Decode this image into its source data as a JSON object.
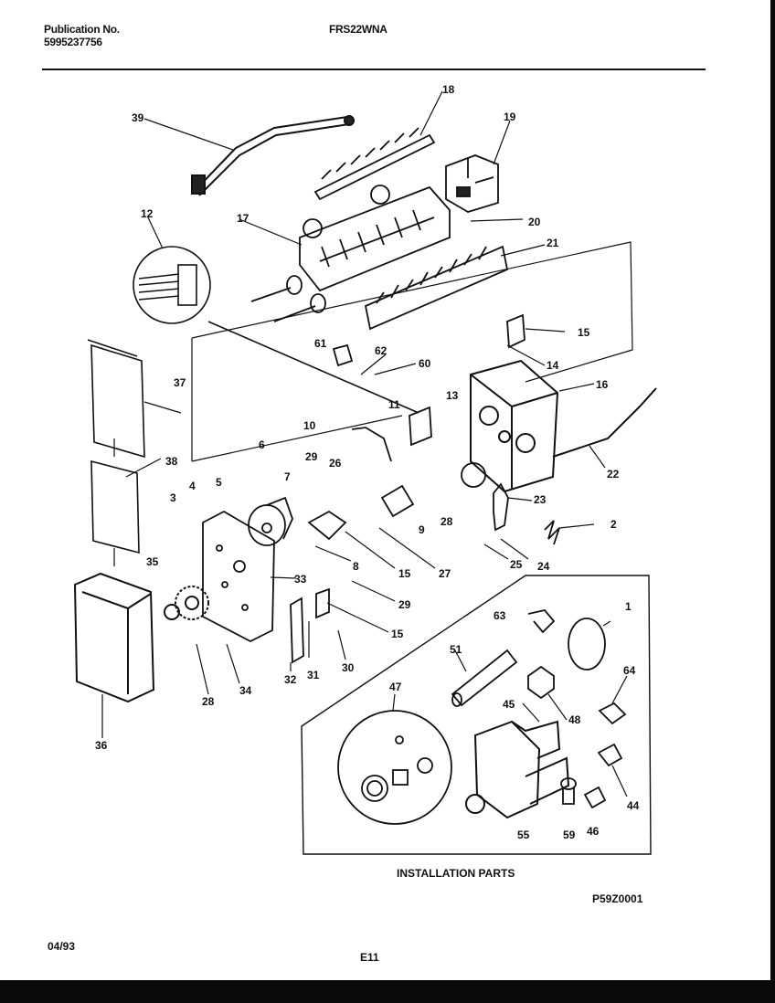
{
  "header": {
    "publication_label": "Publication No.",
    "publication_number": "5995237756",
    "model": "FRS22WNA"
  },
  "installation_title": "INSTALLATION PARTS",
  "diagram_code": "P59Z0001",
  "footer": {
    "date": "04/93",
    "page": "E11"
  },
  "callouts": [
    "39",
    "18",
    "19",
    "20",
    "21",
    "17",
    "12",
    "61",
    "62",
    "60",
    "15",
    "14",
    "16",
    "13",
    "11",
    "10",
    "6",
    "7",
    "29",
    "26",
    "22",
    "23",
    "2",
    "28",
    "9",
    "27",
    "25",
    "24",
    "8",
    "15",
    "3",
    "4",
    "5",
    "35",
    "33",
    "29",
    "15",
    "38",
    "37",
    "36",
    "28",
    "34",
    "32",
    "31",
    "30",
    "63",
    "1",
    "51",
    "47",
    "45",
    "48",
    "64",
    "44",
    "46",
    "59",
    "55"
  ]
}
